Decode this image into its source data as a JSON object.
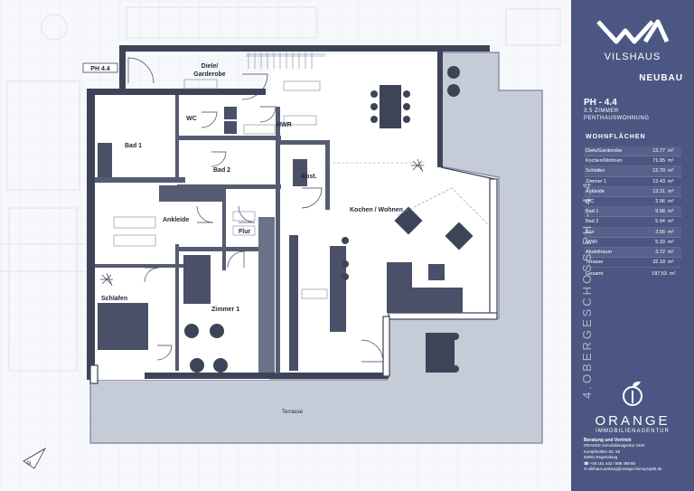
{
  "plan": {
    "unit_tag": "PH 4.4",
    "rooms": {
      "diele": "Diele/",
      "garderobe": "Garderobe",
      "wc": "WC",
      "hwr": "HWR",
      "bad1": "Bad 1",
      "bad2": "Bad 2",
      "abst": "Abst.",
      "ankleide": "Ankleide",
      "flur": "Flur",
      "kochen": "Kochen / Wohnen",
      "schlafen": "Schlafen",
      "zimmer1": "Zimmer 1",
      "terrasse": "Terrasse"
    },
    "compass_letter": "N"
  },
  "panel": {
    "logo_mark": "VA",
    "brand": "VILSHAUS",
    "neubau": "NEUBAU",
    "unit": "PH - 4.4",
    "type_line1": "3.5 ZIMMER",
    "type_line2": "PENTHAUSWOHNUNG",
    "section_title": "WOHNFLÄCHEN",
    "rows": [
      {
        "name": "Diele/Garderobe",
        "value": "13.77",
        "unit": "m²"
      },
      {
        "name": "Kochen/Wohnen",
        "value": "71.95",
        "unit": "m²"
      },
      {
        "name": "Schlafen",
        "value": "12.70",
        "unit": "m²"
      },
      {
        "name": "Zimmer 1",
        "value": "13.43",
        "unit": "m²"
      },
      {
        "name": "Ankleide",
        "value": "13.31",
        "unit": "m²"
      },
      {
        "name": "WC",
        "value": "2.06",
        "unit": "m²"
      },
      {
        "name": "Bad 1",
        "value": "9.58",
        "unit": "m²"
      },
      {
        "name": "Bad 2",
        "value": "5.94",
        "unit": "m²"
      },
      {
        "name": "Flur",
        "value": "3.56",
        "unit": "m²"
      },
      {
        "name": "HWR",
        "value": "5.33",
        "unit": "m²"
      },
      {
        "name": "Abstellraum",
        "value": "3.72",
        "unit": "m²"
      },
      {
        "name": "Terasse",
        "value": "32.18",
        "unit": "m²"
      }
    ],
    "total_label": "Gesamt",
    "total_value": "187,53",
    "total_unit": "m²",
    "vertical_text": "4.OBERGESCHOSS PH - 4.4",
    "orange_brand": "ORANGE",
    "orange_sub": "IMMOBILIENAGENTUR",
    "contact": {
      "title": "Beratung und Vertrieb",
      "company": "ORANGE Immobilienagentur OHG",
      "street": "Kumpfmühler Str. 59",
      "city": "93051 Regensburg",
      "phone": "+49 151 442 / 898 498 88",
      "email": "vilshaus.amberg@orange-immoprojekt.de"
    }
  }
}
